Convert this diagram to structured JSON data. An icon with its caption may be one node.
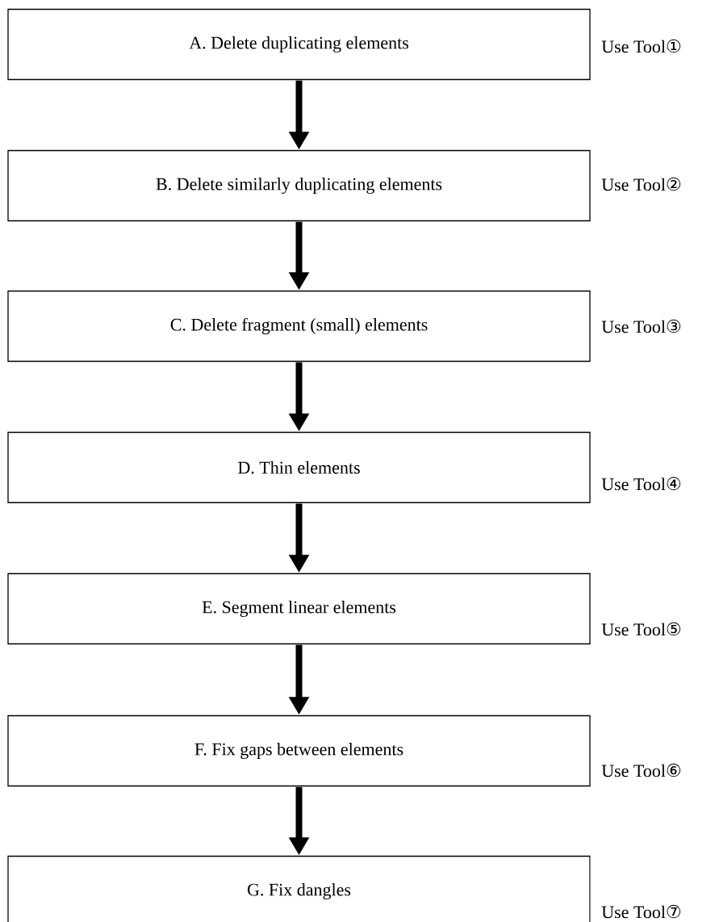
{
  "diagram": {
    "nodes": [
      {
        "text": [
          "A. Delete duplicating elements"
        ],
        "beside": [
          "Use Tool①"
        ]
      },
      {
        "text": [
          "B. Delete similarly duplicating elements"
        ],
        "beside": [
          "Use Tool②"
        ]
      },
      {
        "text": [
          "C. Delete fragment (small) elements"
        ],
        "beside": [
          "Use Tool③"
        ]
      },
      {
        "text": [
          "D. Thin elements"
        ],
        "beside": [
          "Use Tool④"
        ]
      },
      {
        "text": [
          "E. Segment linear elements"
        ],
        "beside": [
          "Use Tool⑤"
        ]
      },
      {
        "text": [
          "F. Fix gaps between elements"
        ],
        "beside": [
          "Use Tool⑥"
        ]
      },
      {
        "text": [
          "G. Fix dangles"
        ],
        "beside": [
          "Use Tool⑦"
        ]
      }
    ],
    "edges": [
      {
        "from": 0,
        "to": 1,
        "arrow": "to"
      },
      {
        "from": 1,
        "to": 2,
        "arrow": "to"
      },
      {
        "from": 2,
        "to": 3,
        "arrow": "to"
      },
      {
        "from": 3,
        "to": 4,
        "arrow": "to"
      },
      {
        "from": 4,
        "to": 5,
        "arrow": "to"
      },
      {
        "from": 5,
        "to": 6,
        "arrow": "to"
      }
    ]
  }
}
